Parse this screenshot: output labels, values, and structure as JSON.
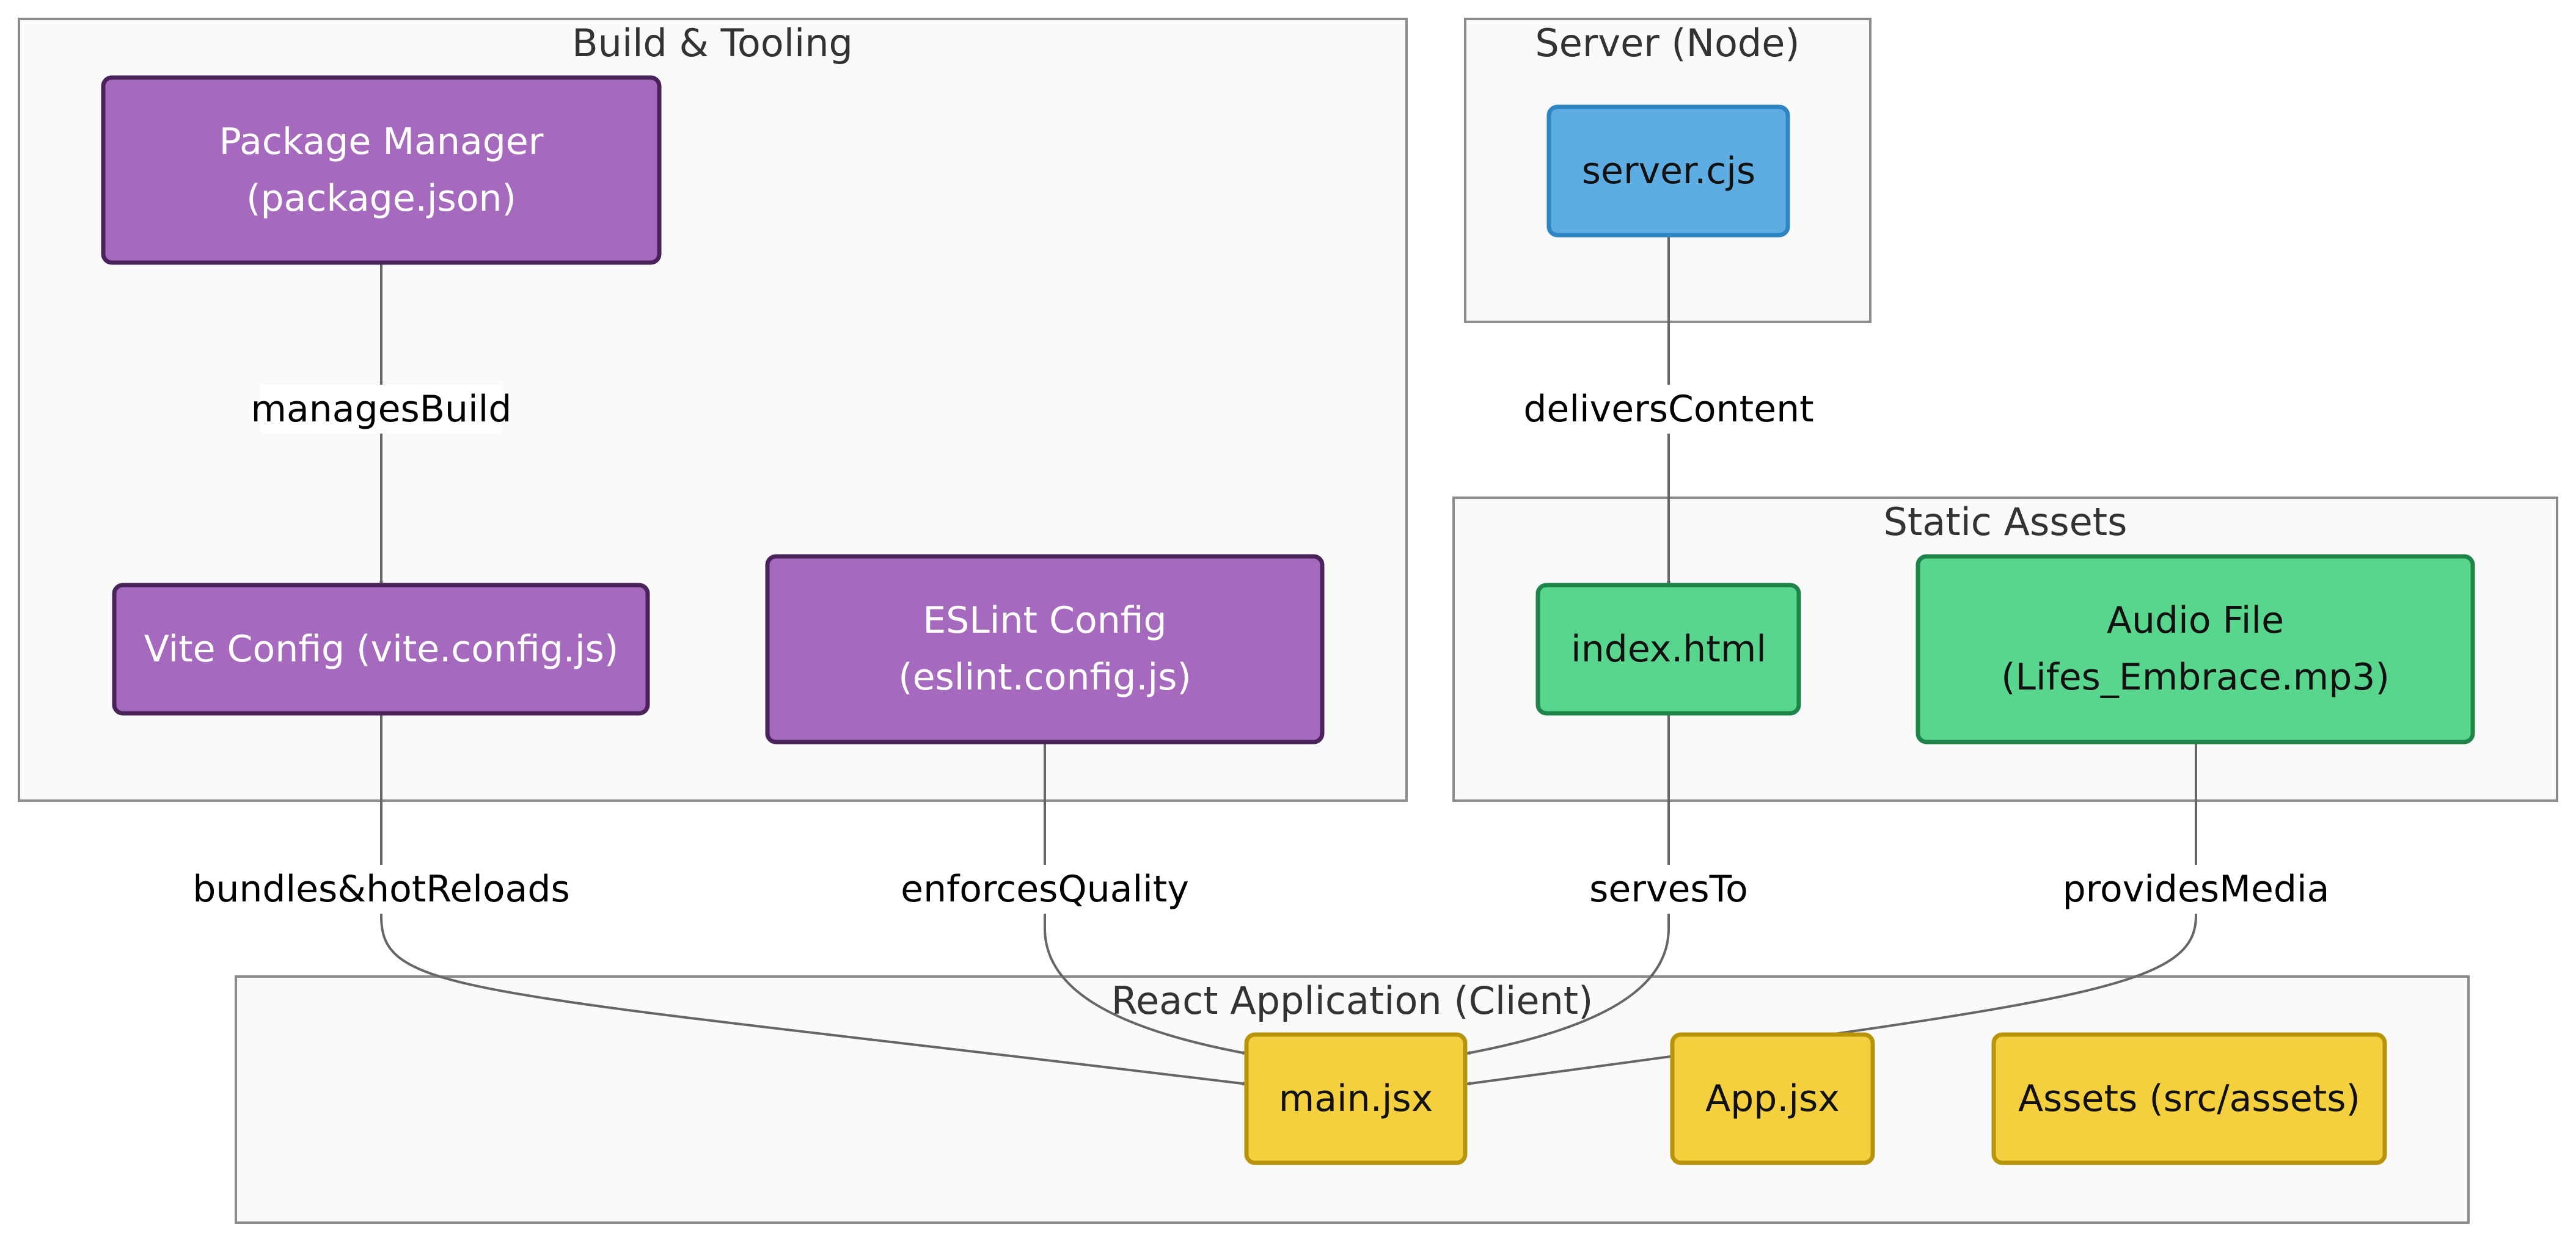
{
  "colors": {
    "tooling_fill": "#a569bd",
    "tooling_stroke": "#4a235a",
    "server_fill": "#5dade2",
    "server_stroke": "#2e86c1",
    "static_fill": "#58d68d",
    "static_stroke": "#1e8449",
    "client_fill": "#f4d03f",
    "client_stroke": "#b7950b",
    "edge": "#666666",
    "cluster_fill": "#fafafa",
    "cluster_stroke": "#8c8c8c"
  },
  "clusters": {
    "build": {
      "title": "Build & Tooling"
    },
    "server": {
      "title": "Server (Node)"
    },
    "static": {
      "title": "Static Assets"
    },
    "client": {
      "title": "React Application (Client)"
    }
  },
  "nodes": {
    "package_manager": {
      "line1": "Package Manager",
      "line2": "(package.json)"
    },
    "vite_config": {
      "label": "Vite Config (vite.config.js)"
    },
    "eslint_config": {
      "line1": "ESLint Config",
      "line2": "(eslint.config.js)"
    },
    "server_cjs": {
      "label": "server.cjs"
    },
    "index_html": {
      "label": "index.html"
    },
    "audio_file": {
      "line1": "Audio File",
      "line2": "(Lifes_Embrace.mp3)"
    },
    "main_jsx": {
      "label": "main.jsx"
    },
    "app_jsx": {
      "label": "App.jsx"
    },
    "assets": {
      "label": "Assets (src/assets)"
    }
  },
  "edges": {
    "manages_build": "managesBuild",
    "delivers_content": "deliversContent",
    "bundles_hot_reloads": "bundles&hotReloads",
    "enforces_quality": "enforcesQuality",
    "serves_to": "servesTo",
    "provides_media": "providesMedia"
  }
}
